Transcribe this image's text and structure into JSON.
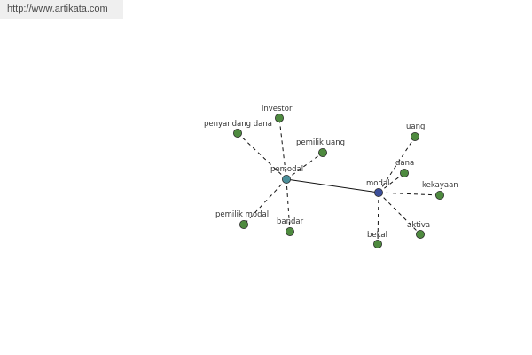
{
  "header": {
    "url": "http://www.artikata.com"
  },
  "colors": {
    "leaf": "#4e8a3f",
    "hub_pemodal": "#4b8f9a",
    "hub_modal": "#3c4f9a",
    "node_stroke": "#2c2c2c",
    "edge": "#111111"
  },
  "graph": {
    "nodes": [
      {
        "id": "pemodal",
        "label": "pemodal",
        "role": "hub-pemodal"
      },
      {
        "id": "modal",
        "label": "modal",
        "role": "hub-modal"
      },
      {
        "id": "investor",
        "label": "investor",
        "role": "leaf"
      },
      {
        "id": "penyandang-dana",
        "label": "penyandang dana",
        "role": "leaf"
      },
      {
        "id": "pemilik-uang",
        "label": "pemilik uang",
        "role": "leaf"
      },
      {
        "id": "pemilik-modal",
        "label": "pemilik modal",
        "role": "leaf"
      },
      {
        "id": "bandar",
        "label": "bandar",
        "role": "leaf"
      },
      {
        "id": "uang",
        "label": "uang",
        "role": "leaf"
      },
      {
        "id": "dana",
        "label": "dana",
        "role": "leaf"
      },
      {
        "id": "kekayaan",
        "label": "kekayaan",
        "role": "leaf"
      },
      {
        "id": "aktiva",
        "label": "aktiva",
        "role": "leaf"
      },
      {
        "id": "bekal",
        "label": "bekal",
        "role": "leaf"
      }
    ],
    "edges": [
      {
        "from": "pemodal",
        "to": "modal",
        "style": "solid"
      },
      {
        "from": "pemodal",
        "to": "investor",
        "style": "dashed"
      },
      {
        "from": "pemodal",
        "to": "penyandang-dana",
        "style": "dashed"
      },
      {
        "from": "pemodal",
        "to": "pemilik-uang",
        "style": "dashed"
      },
      {
        "from": "pemodal",
        "to": "pemilik-modal",
        "style": "dashed"
      },
      {
        "from": "pemodal",
        "to": "bandar",
        "style": "dashed"
      },
      {
        "from": "modal",
        "to": "uang",
        "style": "dashed"
      },
      {
        "from": "modal",
        "to": "dana",
        "style": "dashed"
      },
      {
        "from": "modal",
        "to": "kekayaan",
        "style": "dashed"
      },
      {
        "from": "modal",
        "to": "aktiva",
        "style": "dashed"
      },
      {
        "from": "modal",
        "to": "bekal",
        "style": "dashed"
      }
    ]
  }
}
